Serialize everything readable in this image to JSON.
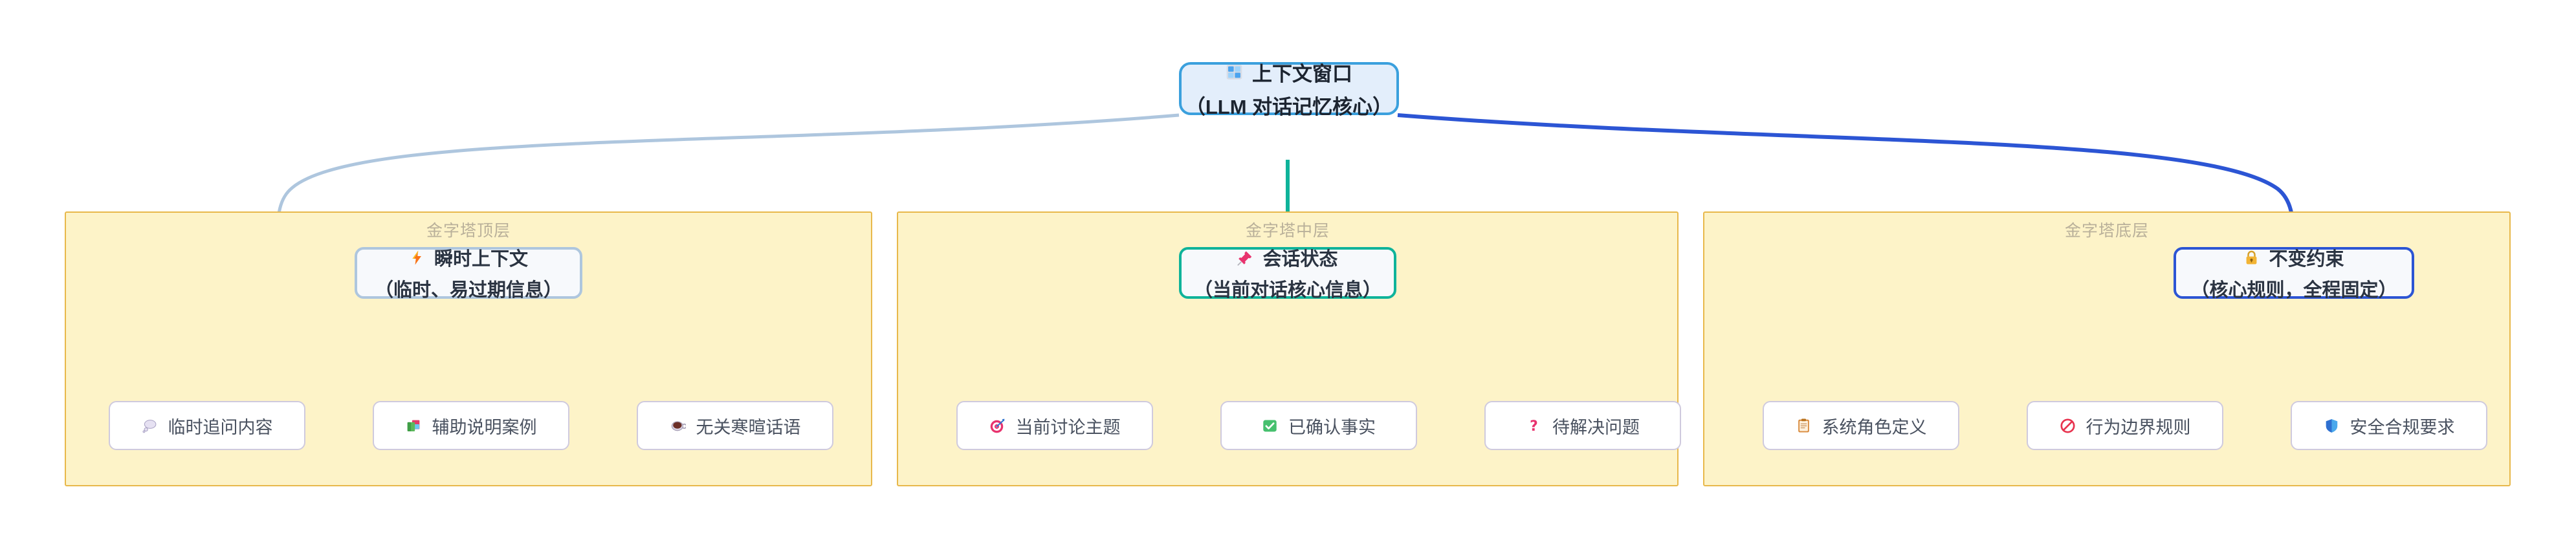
{
  "diagram": {
    "type": "flowchart",
    "title": "",
    "direction": "top-down",
    "background": "#ffffff"
  },
  "colors": {
    "cluster_fill": "#fdf3c8",
    "cluster_border": "#e8b84b",
    "cluster_label": "#b9b09a",
    "root_fill": "#e3eefb",
    "root_border": "#3ba0dd",
    "branch_fill": "#f7f9fc",
    "branch_border_top": "#aec6de",
    "branch_border_mid": "#0fb39a",
    "branch_border_bottom": "#2c55d4",
    "leaf_fill": "#ffffff",
    "leaf_border": "#cfcade",
    "edge_root_left": "#aec6de",
    "edge_root_mid": "#0fb39a",
    "edge_root_right": "#2c55d4",
    "edge_leaf": "#8a8668"
  },
  "root": {
    "id": "context-window",
    "icon": "window-panes-icon",
    "line1": "上下文窗口",
    "line2": "（LLM 对话记忆核心）"
  },
  "clusters": [
    {
      "id": "pyramid-top",
      "label": "金字塔顶层",
      "branch": {
        "id": "transient-context",
        "icon": "lightning-bolt-icon",
        "line1": "瞬时上下文",
        "line2": "（临时、易过期信息）",
        "border_variant": "v-top"
      },
      "leaves": [
        {
          "id": "temp-followup",
          "icon": "thought-balloon-icon",
          "label": "临时追问内容"
        },
        {
          "id": "aux-examples",
          "icon": "cards-stack-icon",
          "label": "辅助说明案例"
        },
        {
          "id": "small-talk",
          "icon": "teacup-icon",
          "label": "无关寒暄话语"
        }
      ]
    },
    {
      "id": "pyramid-middle",
      "label": "金字塔中层",
      "branch": {
        "id": "session-state",
        "icon": "pushpin-icon",
        "line1": "会话状态",
        "line2": "（当前对话核心信息）",
        "border_variant": "v-mid"
      },
      "leaves": [
        {
          "id": "current-topic",
          "icon": "target-dart-icon",
          "label": "当前讨论主题"
        },
        {
          "id": "confirmed-facts",
          "icon": "check-box-icon",
          "label": "已确认事实"
        },
        {
          "id": "open-questions",
          "icon": "question-mark-icon",
          "label": "待解决问题"
        }
      ]
    },
    {
      "id": "pyramid-bottom",
      "label": "金字塔底层",
      "branch": {
        "id": "invariant-constraints",
        "icon": "lock-icon",
        "line1": "不变约束",
        "line2": "（核心规则，全程固定）",
        "border_variant": "v-bottom"
      },
      "leaves": [
        {
          "id": "system-role",
          "icon": "clipboard-icon",
          "label": "系统角色定义"
        },
        {
          "id": "behavior-bounds",
          "icon": "prohibited-icon",
          "label": "行为边界规则"
        },
        {
          "id": "safety-compliance",
          "icon": "shield-icon",
          "label": "安全合规要求"
        }
      ]
    }
  ]
}
